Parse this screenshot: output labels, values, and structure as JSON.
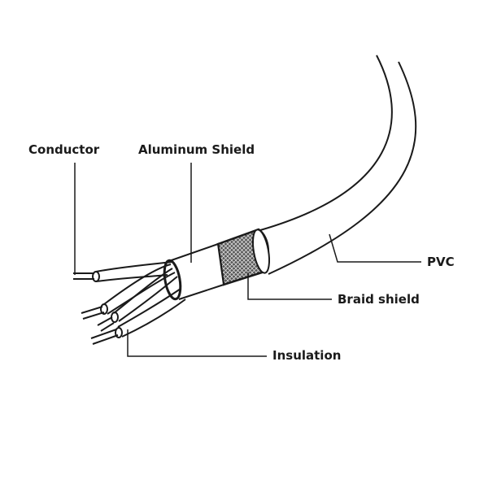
{
  "diagram": {
    "labels": {
      "conductor": "Conductor",
      "aluminum_shield": "Aluminum Shield",
      "pvc": "PVC",
      "braid_shield": "Braid shield",
      "insulation": "Insulation"
    },
    "colors": {
      "line": "#1a1a1a",
      "background": "#ffffff"
    }
  }
}
